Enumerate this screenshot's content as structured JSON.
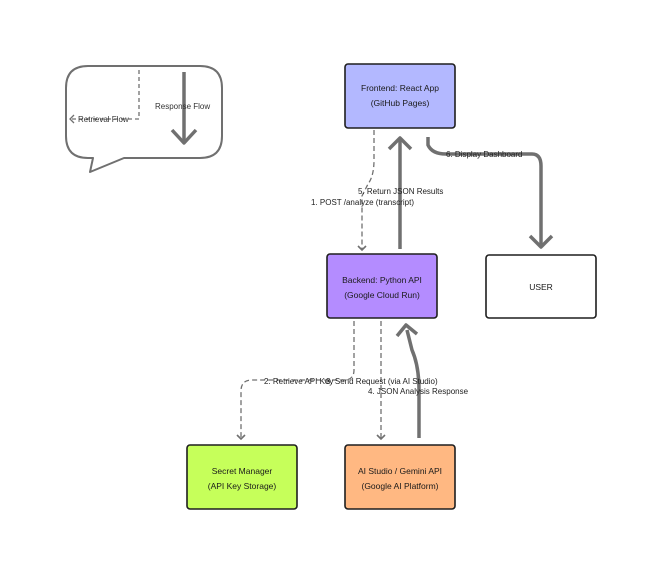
{
  "legend": {
    "retrieval_label": "Retrieval Flow",
    "response_label": "Response Flow"
  },
  "nodes": {
    "frontend": {
      "line1": "Frontend: React App",
      "line2": "(GitHub Pages)",
      "color": "#b3b8ff"
    },
    "backend": {
      "line1": "Backend: Python API",
      "line2": "(Google Cloud Run)",
      "color": "#b48cff"
    },
    "user": {
      "line1": "USER",
      "color": "#ffffff"
    },
    "secret_manager": {
      "line1": "Secret Manager",
      "line2": "(API Key Storage)",
      "color": "#c6ff5a"
    },
    "ai_studio": {
      "line1": "AI Studio / Gemini API",
      "line2": "(Google AI Platform)",
      "color": "#ffb882"
    }
  },
  "edges": {
    "post_analyze": "1. POST /analyze (transcript)",
    "retrieve_key": "2. Retrieve API Key",
    "send_request": "3. Send Request (via AI Studio)",
    "json_response": "4. JSON Analysis Response",
    "return_json": "5. Return JSON Results",
    "display_dashboard": "6. Display Dashboard"
  },
  "colors": {
    "arrow": "#707070",
    "stroke": "#1e1e1e"
  }
}
